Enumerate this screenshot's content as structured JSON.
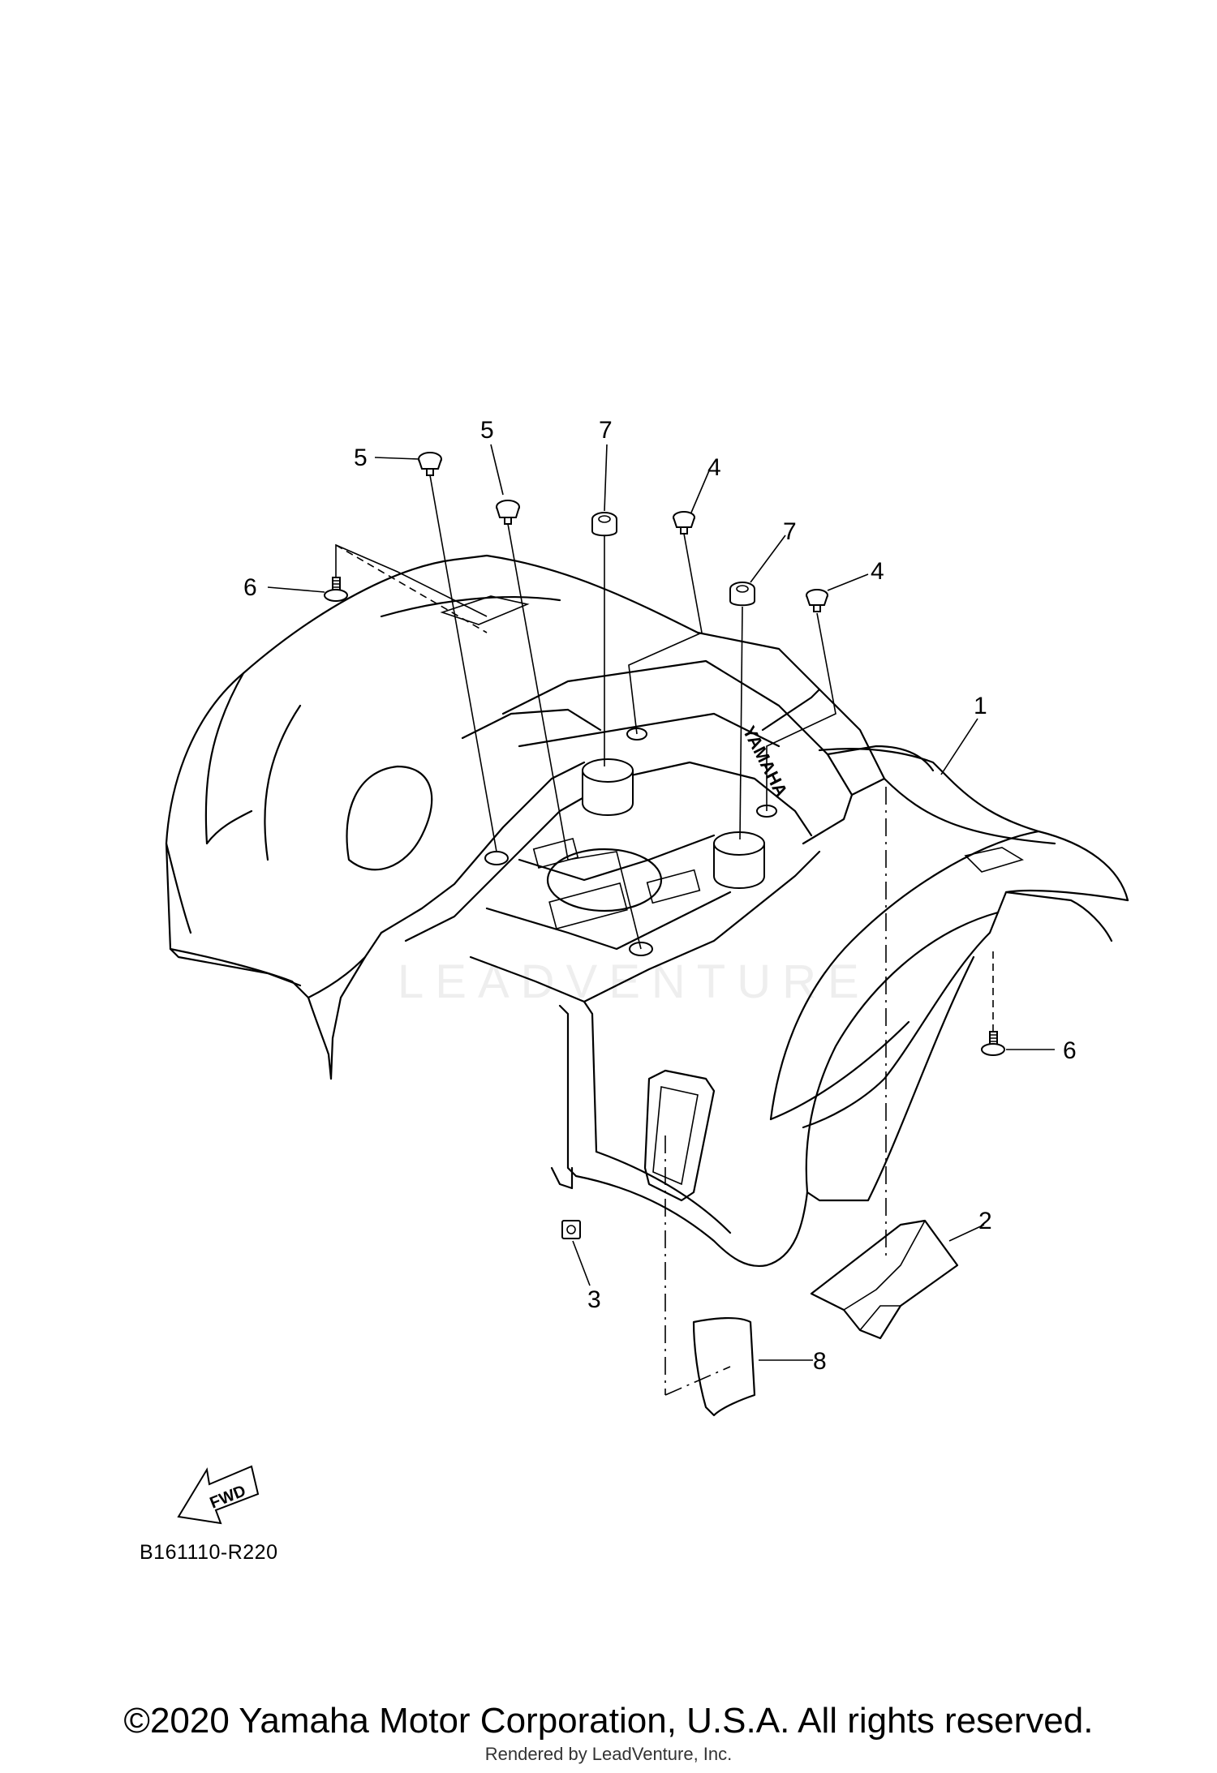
{
  "callouts": [
    {
      "id": "p1",
      "label": "1"
    },
    {
      "id": "p2",
      "label": "2"
    },
    {
      "id": "p3",
      "label": "3"
    },
    {
      "id": "p4a",
      "label": "4"
    },
    {
      "id": "p4b",
      "label": "4"
    },
    {
      "id": "p5a",
      "label": "5"
    },
    {
      "id": "p5b",
      "label": "5"
    },
    {
      "id": "p6a",
      "label": "6"
    },
    {
      "id": "p6b",
      "label": "6"
    },
    {
      "id": "p7a",
      "label": "7"
    },
    {
      "id": "p7b",
      "label": "7"
    },
    {
      "id": "p8",
      "label": "8"
    }
  ],
  "brand_mark": "YAMAHA",
  "fwd_arrow_label": "FWD",
  "diagram_code": "B161110-R220",
  "watermark": "LEADVENTURE",
  "copyright": "©2020 Yamaha Motor Corporation, U.S.A. All rights reserved.",
  "rendered_by": "Rendered by LeadVenture, Inc."
}
